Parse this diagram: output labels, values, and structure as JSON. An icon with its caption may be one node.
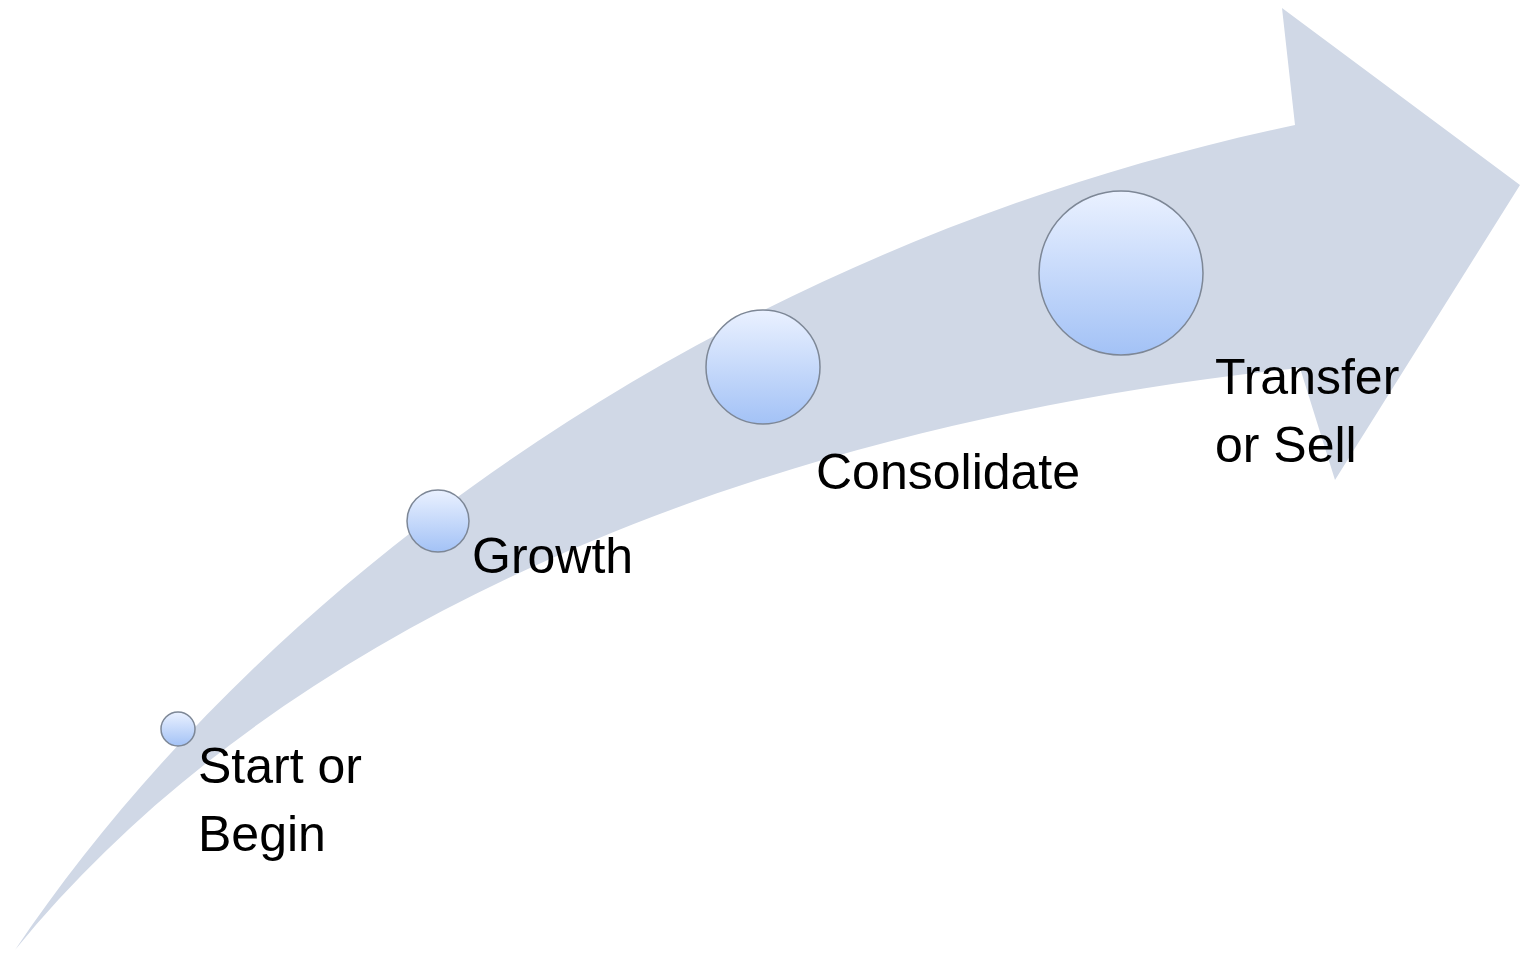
{
  "diagram": {
    "nodes": [
      {
        "text": [],
        "shape": "circle",
        "beside": [
          "Start or Begin"
        ]
      },
      {
        "text": [],
        "shape": "circle",
        "beside": [
          "Growth"
        ]
      },
      {
        "text": [],
        "shape": "circle",
        "beside": [
          "Consolidate"
        ]
      },
      {
        "text": [],
        "shape": "circle",
        "beside": [
          "Transfer or Sell"
        ]
      }
    ]
  }
}
